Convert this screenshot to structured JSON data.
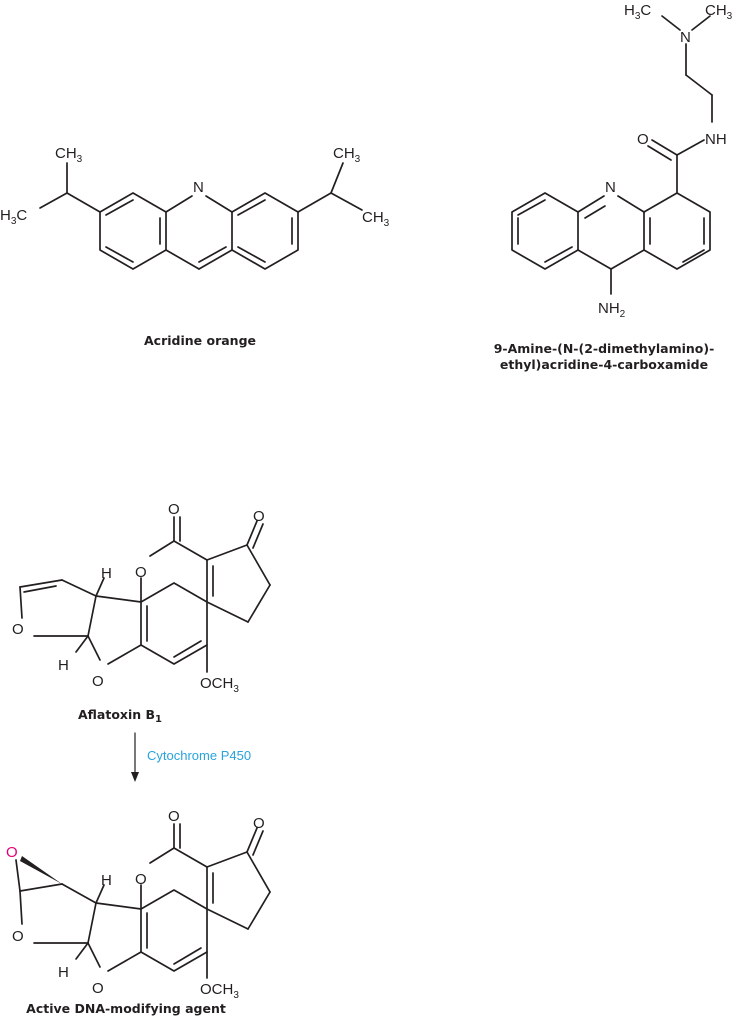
{
  "molecules": {
    "acridine_orange": {
      "caption": "Acridine orange",
      "atoms": {
        "n": "N",
        "ch3_left_top": "CH",
        "ch3_right_top": "CH",
        "h3c_left": "H",
        "c_left": "C",
        "ch_right": "CH",
        "sub3": "3"
      }
    },
    "amine_carboxamide": {
      "caption_line1": "9-Amine-(N-(2-dimethylamino)-",
      "caption_line2": "ethyl)acridine-4-carboxamide",
      "atoms": {
        "h3c": "H",
        "c": "C",
        "ch": "CH",
        "sub3": "3",
        "n_top": "N",
        "o": "O",
        "nh": "NH",
        "n_ring": "N",
        "nh2": "NH",
        "sub2": "2"
      }
    },
    "aflatoxin_b1": {
      "caption": "Aflatoxin B",
      "caption_sub": "1",
      "atoms": {
        "o": "O",
        "h": "H",
        "och": "OCH",
        "sub3": "3"
      }
    },
    "active_agent": {
      "caption": "Active DNA-modifying agent",
      "atoms": {
        "o": "O",
        "epoxide_o": "O",
        "h": "H",
        "och": "OCH",
        "sub3": "3"
      }
    }
  },
  "reaction": {
    "enzyme": "Cytochrome P450"
  },
  "colors": {
    "ink": "#231f20",
    "enzyme_label": "#29a3dc",
    "epoxide_oxygen": "#e2007a"
  }
}
